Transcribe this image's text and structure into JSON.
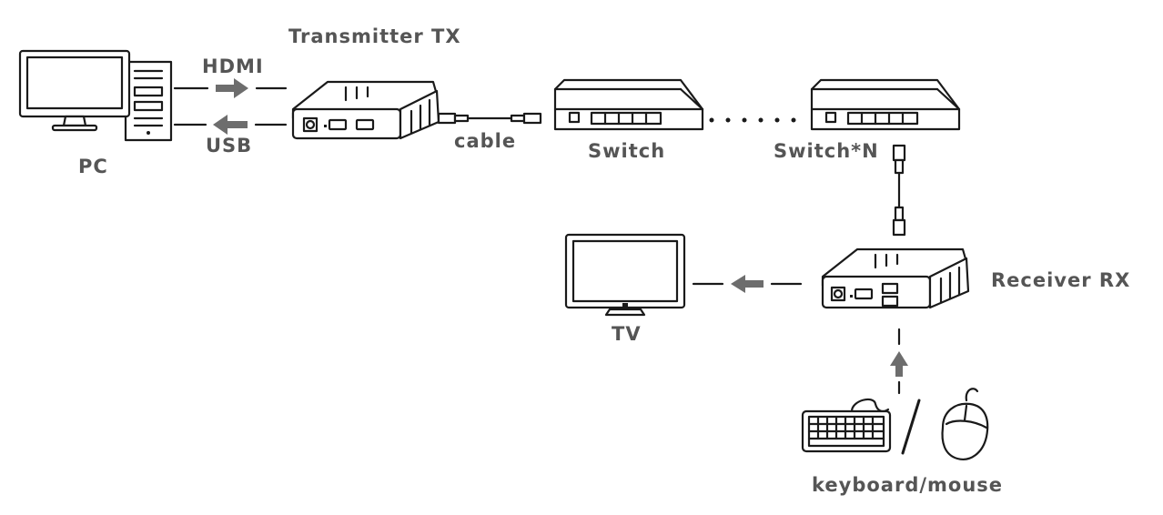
{
  "labels": {
    "transmitter": "Transmitter TX",
    "hdmi": "HDMI",
    "usb": "USB",
    "pc": "PC",
    "cable": "cable",
    "switch": "Switch",
    "switch_n": "Switch*N",
    "receiver": "Receiver RX",
    "tv": "TV",
    "keyboard_mouse": "keyboard/mouse"
  },
  "colors": {
    "label_text": "#555555",
    "line_art": "#1a1a1a",
    "arrow": "#6d6d6d",
    "background": "#ffffff"
  },
  "icons": [
    "pc-icon",
    "transmitter-icon",
    "cable-icon",
    "switch-icon",
    "receiver-icon",
    "tv-icon",
    "keyboard-icon",
    "mouse-icon"
  ]
}
